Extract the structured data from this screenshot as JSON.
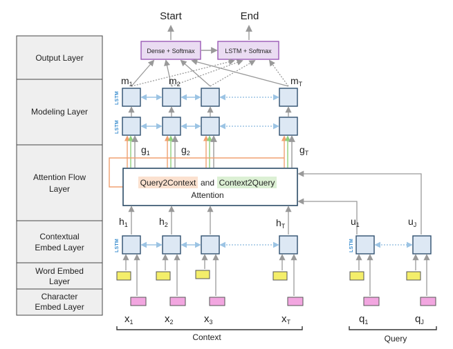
{
  "layers": {
    "output": "Output Layer",
    "modeling": "Modeling Layer",
    "attention_line1": "Attention Flow",
    "attention_line2": "Layer",
    "contextual_line1": "Contextual",
    "contextual_line2": "Embed Layer",
    "word_line1": "Word Embed",
    "word_line2": "Layer",
    "char_line1": "Character",
    "char_line2": "Embed Layer"
  },
  "outputs": {
    "start": "Start",
    "end": "End",
    "dense_box": "Dense + Softmax",
    "lstm_box": "LSTM + Softmax"
  },
  "modeling_labels": {
    "m1": "m",
    "m1_sub": "1",
    "m2": "m",
    "m2_sub": "2",
    "mT": "m",
    "mT_sub": "T"
  },
  "attention": {
    "q2c": "Query2Context",
    "and": "and",
    "c2q": "Context2Query",
    "word": "Attention",
    "g1": "g",
    "g1_sub": "1",
    "g2": "g",
    "g2_sub": "2",
    "gT": "g",
    "gT_sub": "T"
  },
  "lstm_tag": "LSTM",
  "contextual_labels": {
    "h1": "h",
    "h1_sub": "1",
    "h2": "h",
    "h2_sub": "2",
    "hT": "h",
    "hT_sub": "T",
    "u1": "u",
    "u1_sub": "1",
    "uJ": "u",
    "uJ_sub": "J"
  },
  "inputs": {
    "x1": "x",
    "x1_sub": "1",
    "x2": "x",
    "x2_sub": "2",
    "x3": "x",
    "x3_sub": "3",
    "xT": "x",
    "xT_sub": "T",
    "q1": "q",
    "q1_sub": "1",
    "qJ": "q",
    "qJ_sub": "J"
  },
  "braces": {
    "context": "Context",
    "query": "Query"
  },
  "colors": {
    "lstm_fill": "#dde8f4",
    "lstm_stroke": "#2f4f6f",
    "output_fill": "#eadcf2",
    "output_stroke": "#9b59b6",
    "word_embed": "#f4ee6a",
    "char_embed": "#f2a6e0",
    "q2c_highlight": "#fbe1cf",
    "c2q_highlight": "#dcf0d4",
    "orange": "#f0a070",
    "green": "#8fcf7a",
    "gray": "#9a9a9a",
    "blue_arrow": "#9cc4e4"
  }
}
